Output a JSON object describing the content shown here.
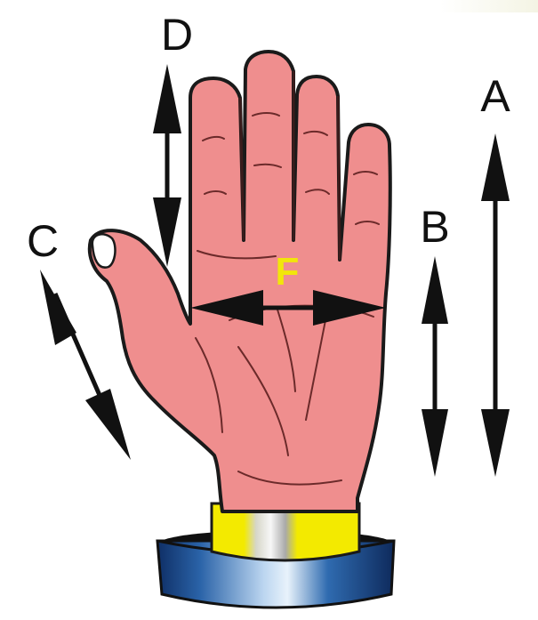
{
  "labels": {
    "a": "A",
    "b": "B",
    "c": "C",
    "d": "D",
    "f": "F"
  },
  "colors": {
    "skin": "#ef8e8e",
    "outline": "#1a1a1a",
    "label_f": "#f2e60a",
    "cuff": "#1f4e8c",
    "wristband": "#f3ea00"
  }
}
